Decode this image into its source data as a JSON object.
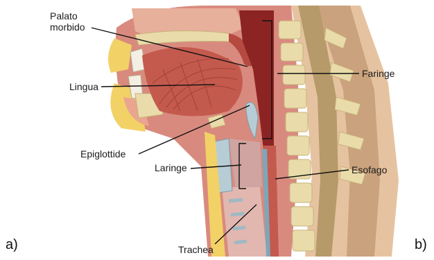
{
  "labels": {
    "palato_line1": "Palato",
    "palato_line2": "morbido",
    "lingua": "Lingua",
    "epiglottide": "Epiglottide",
    "laringe": "Laringe",
    "trachea": "Trachea",
    "faringe": "Faringe",
    "esofago": "Esofago"
  },
  "corners": {
    "left": "a)",
    "right": "b)"
  },
  "colors": {
    "tissue": "#d98a7e",
    "muscle": "#c45a4e",
    "cavity": "#8c2424",
    "bone": "#e9dcaa",
    "fat": "#f2d166",
    "cartilage": "#b7cdd6",
    "background_tissue": "#e6c3a0"
  }
}
